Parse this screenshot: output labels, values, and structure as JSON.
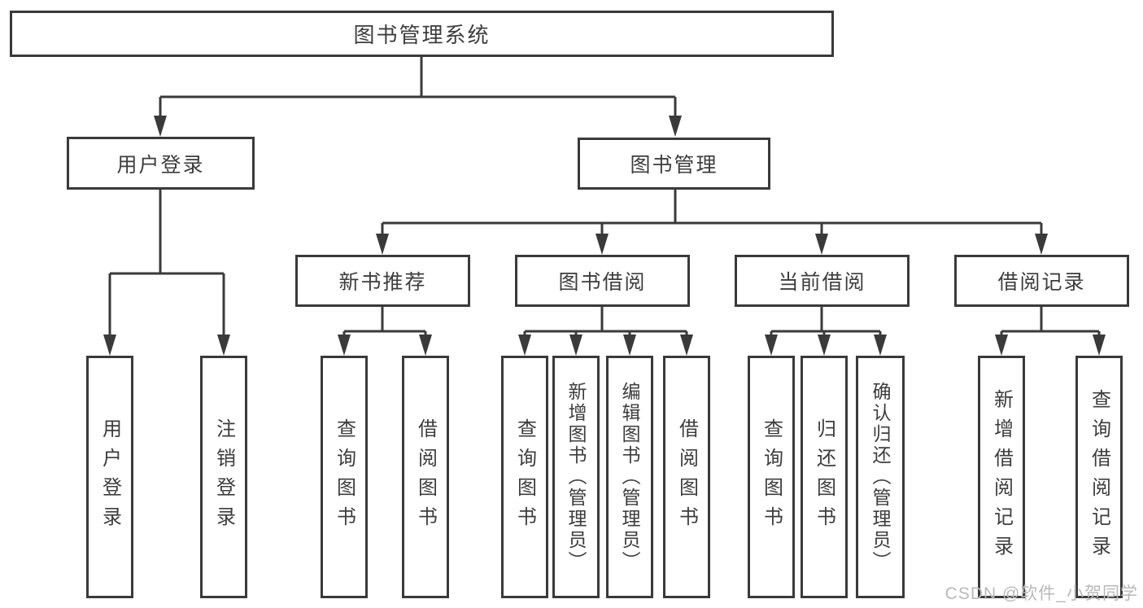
{
  "diagram": {
    "root_label": "图书管理系统",
    "user_login_branch": {
      "label": "用户登录",
      "children": [
        "用户登录",
        "注销登录"
      ]
    },
    "book_management_branch": {
      "label": "图书管理",
      "sections": [
        {
          "label": "新书推荐",
          "children": [
            "查询图书",
            "借阅图书"
          ]
        },
        {
          "label": "图书借阅",
          "children": [
            "查询图书",
            "新增图书（管理员）",
            "编辑图书（管理员）",
            "借阅图书"
          ]
        },
        {
          "label": "当前借阅",
          "children": [
            "查询图书",
            "归还图书",
            "确认归还（管理员）"
          ]
        },
        {
          "label": "借阅记录",
          "children": [
            "新增借阅记录",
            "查询借阅记录"
          ]
        }
      ]
    }
  },
  "watermark": "CSDN @软件_小贺同学",
  "colors": {
    "line": "#3a3a3a",
    "text": "#3d3d3d",
    "watermark": "#b9b9b9",
    "background": "#ffffff"
  }
}
